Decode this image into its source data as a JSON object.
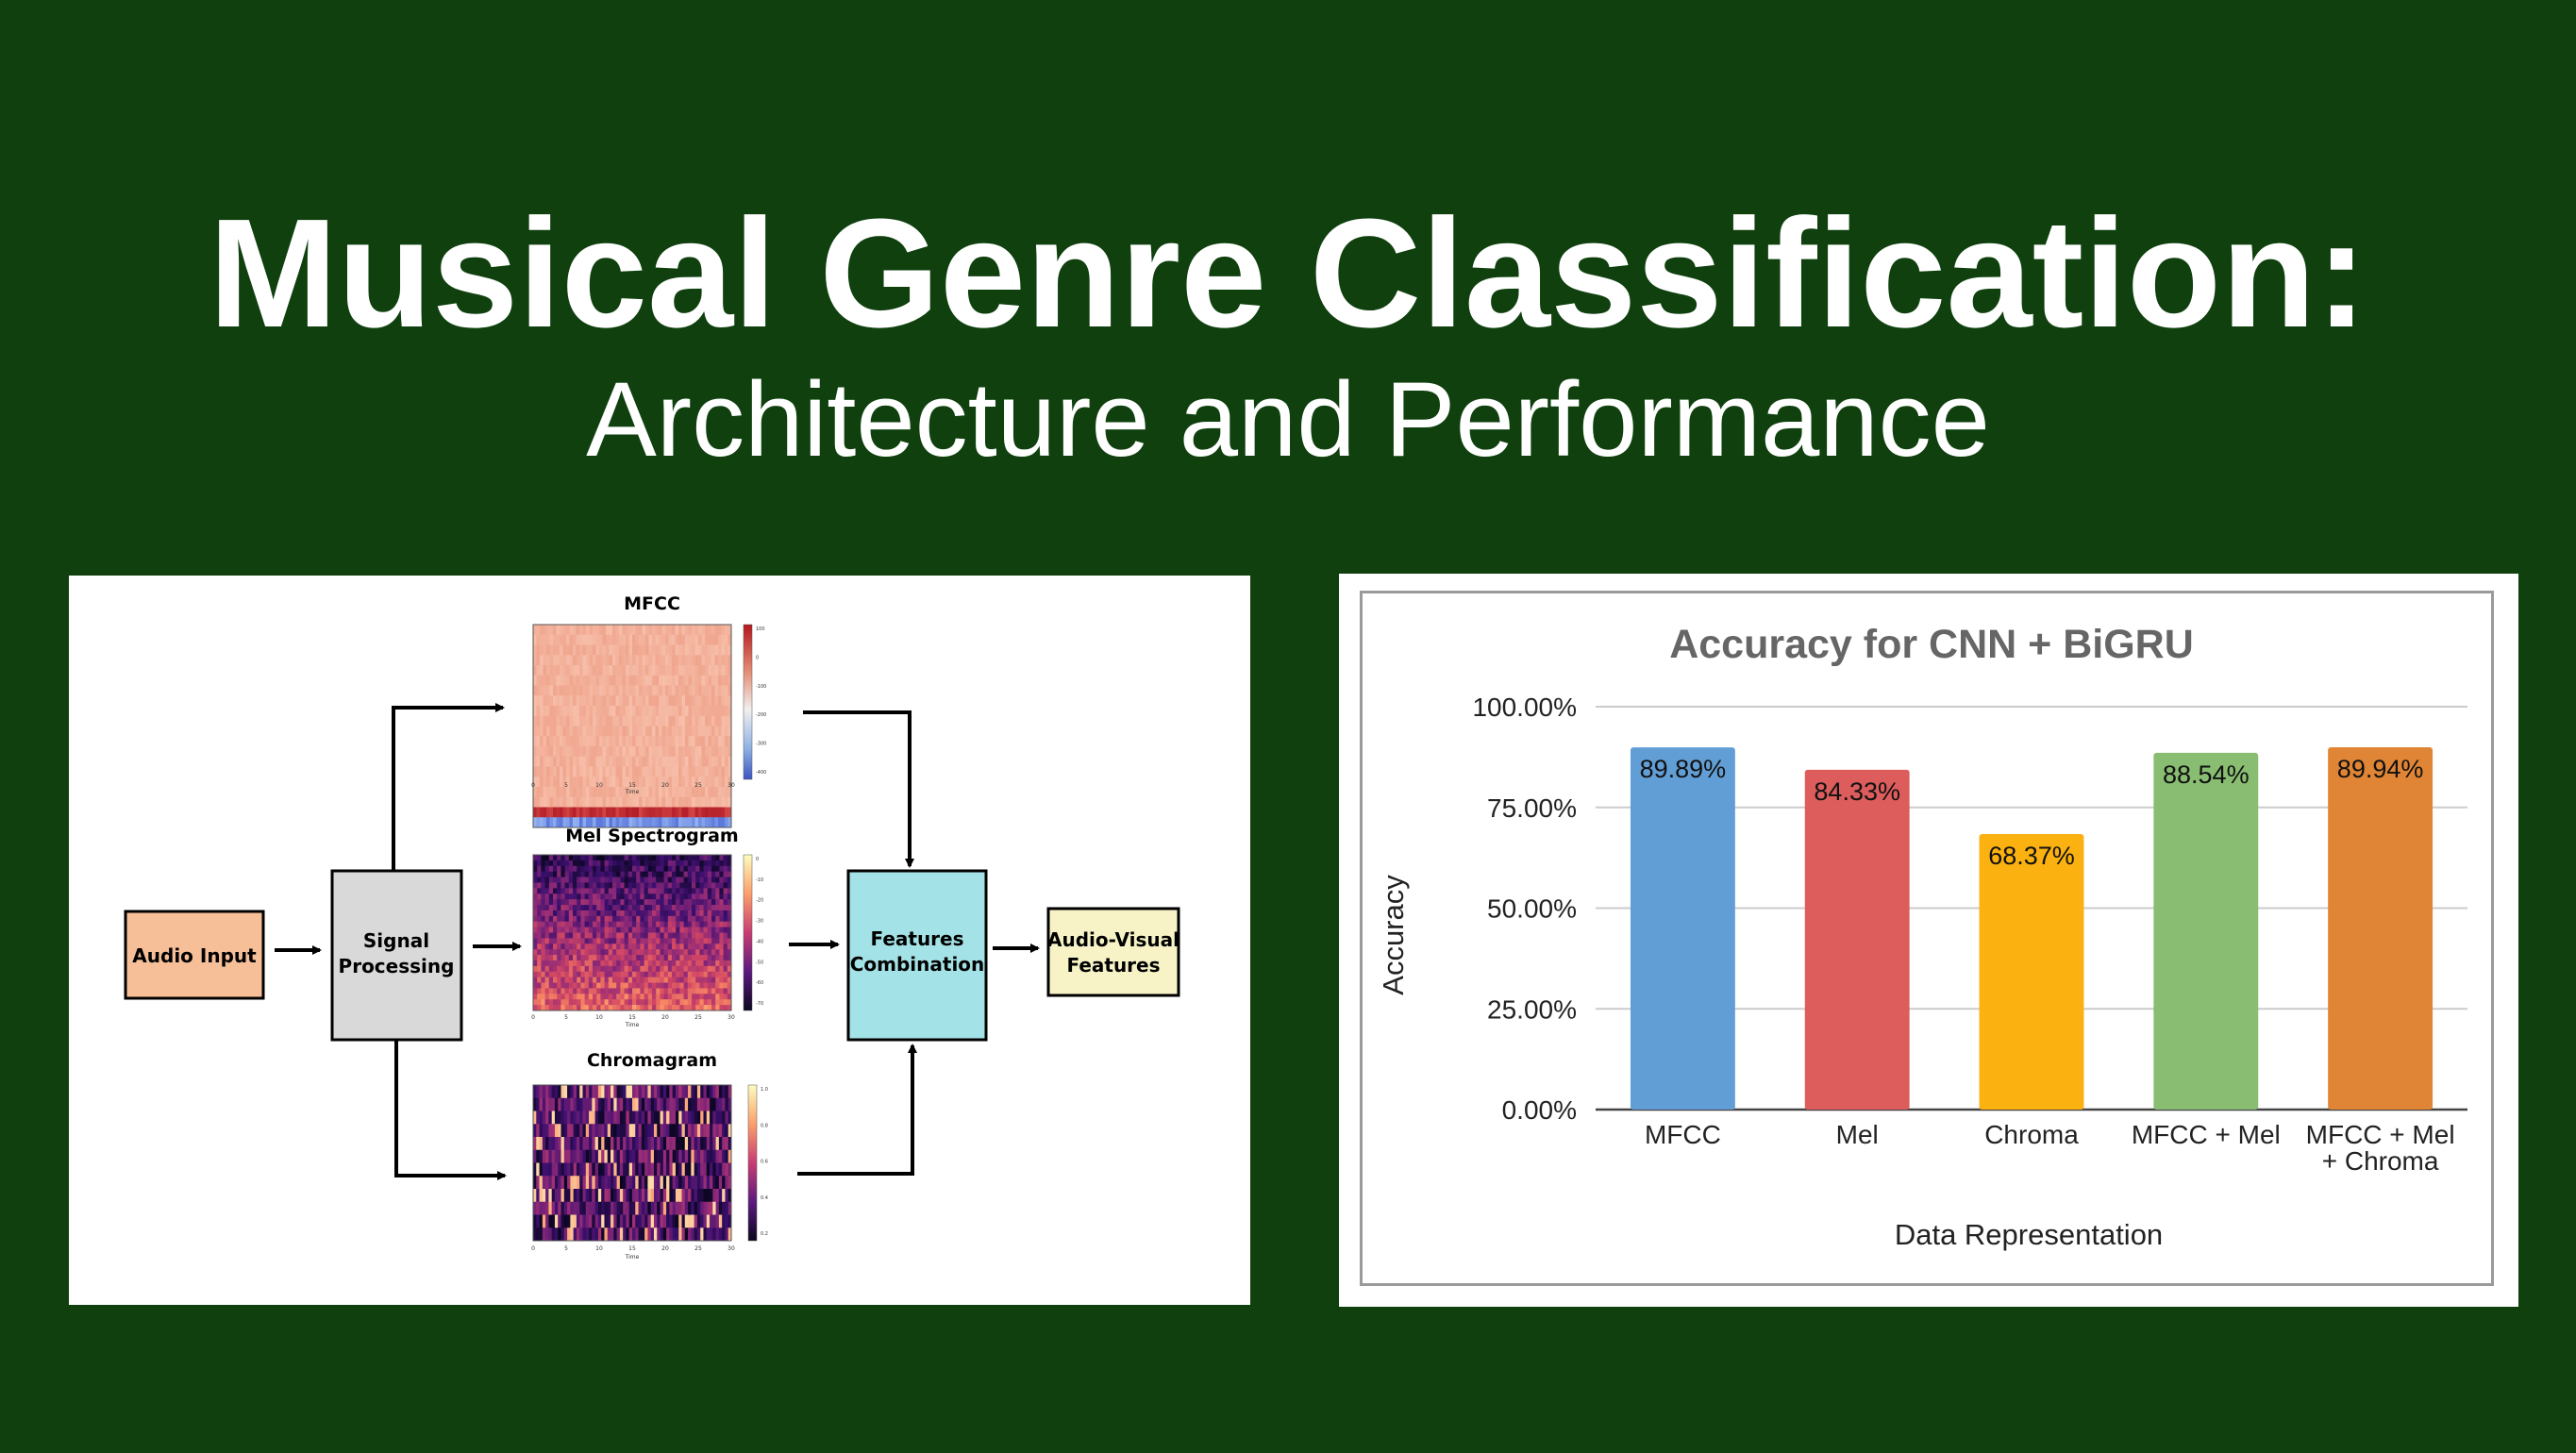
{
  "slide": {
    "title": "Musical Genre Classification:",
    "subtitle": "Architecture and Performance"
  },
  "colors": {
    "background": "#0f400e",
    "audio_input": "#f6bf98",
    "signal_processing": "#d9d9d9",
    "features_combination": "#a3e2e6",
    "audio_visual": "#f7f3c7"
  },
  "diagram": {
    "nodes": {
      "audio_input": "Audio Input",
      "signal_processing_1": "Signal",
      "signal_processing_2": "Processing",
      "features_combination_1": "Features",
      "features_combination_2": "Combination",
      "audio_visual_1": "Audio-Visual",
      "audio_visual_2": "Features"
    },
    "thumbnails": {
      "mfcc": {
        "title": "MFCC",
        "xticks": [
          "0",
          "5",
          "10",
          "15",
          "20",
          "25",
          "30"
        ],
        "xlabel": "Time",
        "cbar_ticks": [
          "100",
          "0",
          "-100",
          "-200",
          "-300",
          "-400"
        ]
      },
      "mel": {
        "title": "Mel Spectrogram",
        "xticks": [
          "0",
          "5",
          "10",
          "15",
          "20",
          "25",
          "30"
        ],
        "xlabel": "Time",
        "cbar_ticks": [
          "0",
          "-10",
          "-20",
          "-30",
          "-40",
          "-50",
          "-60",
          "-70"
        ]
      },
      "chroma": {
        "title": "Chromagram",
        "xticks": [
          "0",
          "5",
          "10",
          "15",
          "20",
          "25",
          "30"
        ],
        "xlabel": "Time",
        "cbar_ticks": [
          "1.0",
          "0.8",
          "0.6",
          "0.4",
          "0.2"
        ]
      }
    }
  },
  "chart_data": {
    "type": "bar",
    "title": "Accuracy for CNN + BiGRU",
    "xlabel": "Data Representation",
    "ylabel": "Accuracy",
    "ylim": [
      0,
      100
    ],
    "yticks": [
      "0.00%",
      "25.00%",
      "50.00%",
      "75.00%",
      "100.00%"
    ],
    "grid": true,
    "categories": [
      [
        "MFCC"
      ],
      [
        "Mel"
      ],
      [
        "Chroma"
      ],
      [
        "MFCC + Mel"
      ],
      [
        "MFCC + Mel",
        "+ Chroma"
      ]
    ],
    "values": [
      89.89,
      84.33,
      68.37,
      88.54,
      89.94
    ],
    "labels": [
      "89.89%",
      "84.33%",
      "68.37%",
      "88.54%",
      "89.94%"
    ],
    "colors": [
      "#629ed6",
      "#dd5c5c",
      "#fbb10f",
      "#88bd72",
      "#e08535"
    ]
  }
}
